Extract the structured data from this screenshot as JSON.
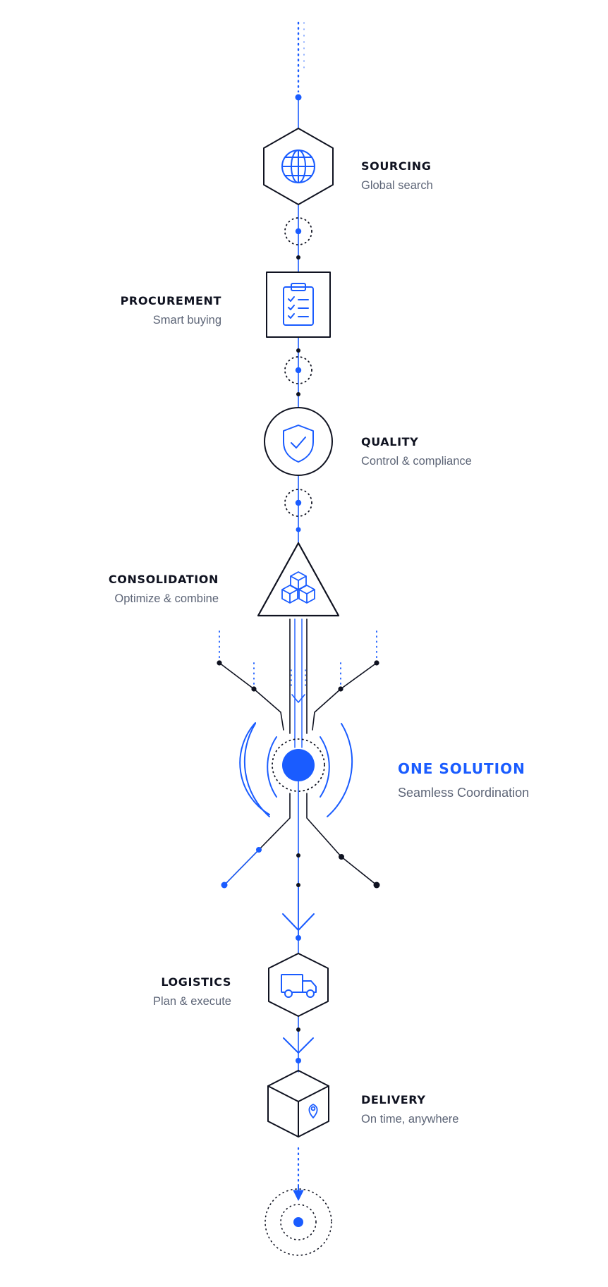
{
  "colors": {
    "accent": "#1a5cff",
    "ink": "#0f1220",
    "muted": "#5d6577"
  },
  "stages": [
    {
      "id": "sourcing",
      "title": "SOURCING",
      "subtitle": "Global search",
      "icon": "globe-icon",
      "shape": "hexagon"
    },
    {
      "id": "procurement",
      "title": "PROCUREMENT",
      "subtitle": "Smart buying",
      "icon": "clipboard-checklist-icon",
      "shape": "square"
    },
    {
      "id": "quality",
      "title": "QUALITY",
      "subtitle": "Control & compliance",
      "icon": "shield-check-icon",
      "shape": "circle"
    },
    {
      "id": "consolidation",
      "title": "CONSOLIDATION",
      "subtitle": "Optimize & combine",
      "icon": "stacked-boxes-icon",
      "shape": "triangle"
    },
    {
      "id": "solution",
      "title": "ONE SOLUTION",
      "subtitle": "Seamless Coordination",
      "icon": "hub-dot-icon",
      "shape": "circle"
    },
    {
      "id": "logistics",
      "title": "LOGISTICS",
      "subtitle": "Plan & execute",
      "icon": "truck-icon",
      "shape": "hexagon"
    },
    {
      "id": "delivery",
      "title": "DELIVERY",
      "subtitle": "On time, anywhere",
      "icon": "box-location-pin-icon",
      "shape": "cube"
    }
  ]
}
